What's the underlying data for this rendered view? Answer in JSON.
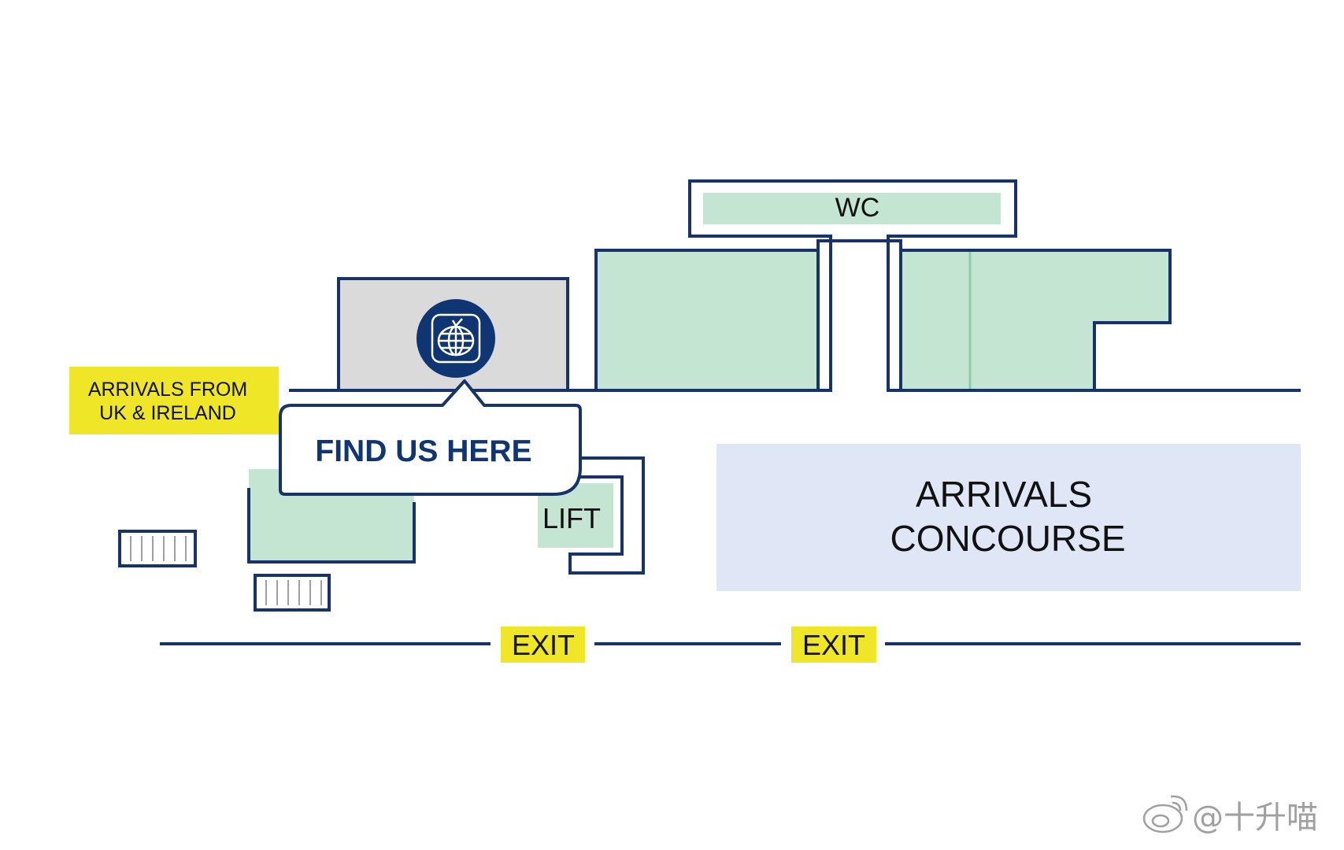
{
  "map": {
    "labels": {
      "wc": "WC",
      "arrivals_from_line1": "ARRIVALS FROM",
      "arrivals_from_line2": "UK & IRELAND",
      "find_us_here": "FIND US HERE",
      "lift": "LIFT",
      "concourse_line1": "ARRIVALS",
      "concourse_line2": "CONCOURSE",
      "exit_left": "EXIT",
      "exit_right": "EXIT"
    },
    "marker_icon": "globe-icon",
    "colors": {
      "outline": "#16336b",
      "room_fill": "#c3e5d1",
      "highlight_room_fill": "#dadada",
      "concourse_fill": "#dfe6f6",
      "sign_yellow": "#eee626",
      "marker_fill": "#0f3573"
    }
  },
  "watermark": {
    "text": "@十升喵",
    "icon": "weibo-icon"
  }
}
